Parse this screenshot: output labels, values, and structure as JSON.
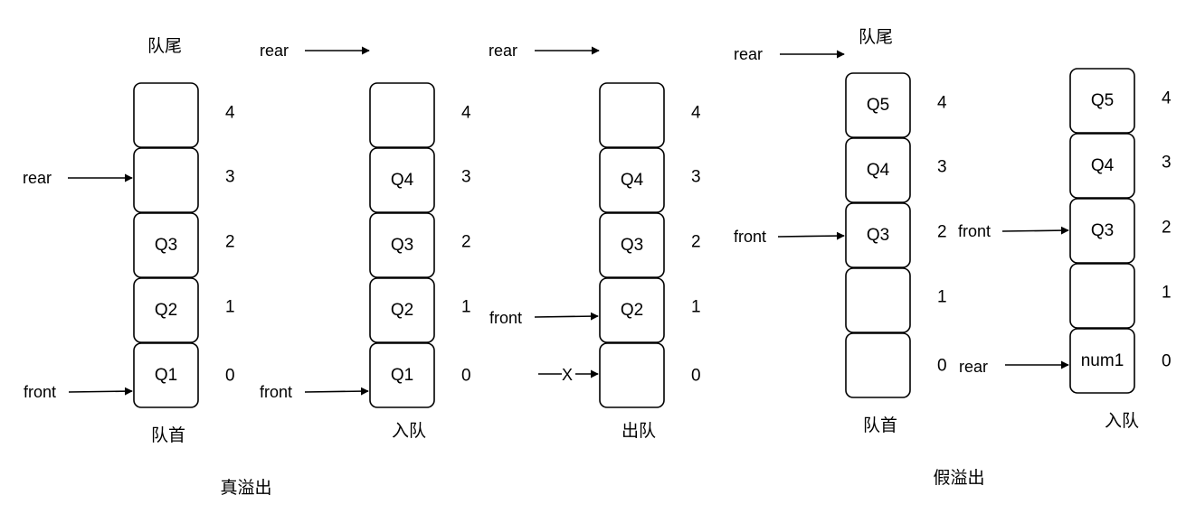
{
  "groups": {
    "true_overflow": {
      "caption": "真溢出"
    },
    "false_overflow": {
      "caption": "假溢出"
    }
  },
  "stacks": [
    {
      "id": "s1",
      "cells": [
        "",
        "",
        "Q3",
        "Q2",
        "Q1"
      ],
      "indices": [
        "4",
        "3",
        "2",
        "1",
        "0"
      ],
      "top_caption": "队尾",
      "bottom_caption": "队首"
    },
    {
      "id": "s2",
      "cells": [
        "",
        "Q4",
        "Q3",
        "Q2",
        "Q1"
      ],
      "indices": [
        "4",
        "3",
        "2",
        "1",
        "0"
      ],
      "bottom_caption": "入队"
    },
    {
      "id": "s3",
      "cells": [
        "",
        "Q4",
        "Q3",
        "Q2",
        ""
      ],
      "indices": [
        "4",
        "3",
        "2",
        "1",
        "0"
      ],
      "bottom_caption": "出队"
    },
    {
      "id": "s4",
      "cells": [
        "Q5",
        "Q4",
        "Q3",
        "",
        ""
      ],
      "indices": [
        "4",
        "3",
        "2",
        "1",
        "0"
      ],
      "top_caption": "队尾",
      "bottom_caption": "队首"
    },
    {
      "id": "s5",
      "cells": [
        "Q5",
        "Q4",
        "Q3",
        "",
        "num1"
      ],
      "indices": [
        "4",
        "3",
        "2",
        "1",
        "0"
      ],
      "bottom_caption": "入队"
    }
  ],
  "pointers": {
    "s1_rear": "rear",
    "s1_front": "front",
    "s2_rear": "rear",
    "s2_front": "front",
    "s3_rear": "rear",
    "s3_front": "front",
    "s3_removed": "X",
    "s4_rear": "rear",
    "s4_front": "front",
    "s5_front": "front",
    "s5_rear": "rear"
  }
}
